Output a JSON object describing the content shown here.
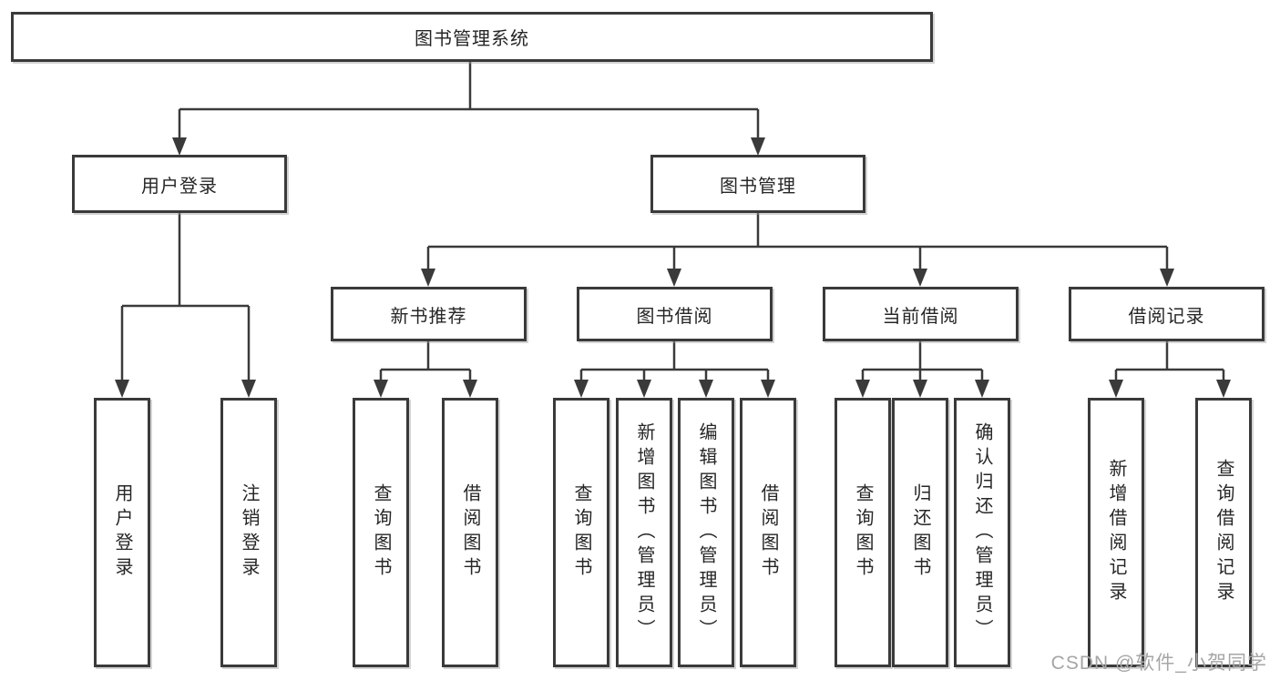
{
  "tree": {
    "root": {
      "label": "图书管理系统"
    },
    "branches": [
      {
        "label": "用户登录",
        "leaves": [
          {
            "label": "用户登录"
          },
          {
            "label": "注销登录"
          }
        ]
      },
      {
        "label": "图书管理",
        "groups": [
          {
            "label": "新书推荐",
            "leaves": [
              {
                "label": "查询图书"
              },
              {
                "label": "借阅图书"
              }
            ]
          },
          {
            "label": "图书借阅",
            "leaves": [
              {
                "label": "查询图书"
              },
              {
                "label": "新增图书（管理员）"
              },
              {
                "label": "编辑图书（管理员）"
              },
              {
                "label": "借阅图书"
              }
            ]
          },
          {
            "label": "当前借阅",
            "leaves": [
              {
                "label": "查询图书"
              },
              {
                "label": "归还图书"
              },
              {
                "label": "确认归还（管理员）"
              }
            ]
          },
          {
            "label": "借阅记录",
            "leaves": [
              {
                "label": "新增借阅记录"
              },
              {
                "label": "查询借阅记录"
              }
            ]
          }
        ]
      }
    ]
  },
  "watermark": {
    "text": "CSDN @软件_小贺同学"
  },
  "colors": {
    "line": "#3a3a3a",
    "box_border": "#3a3a3a",
    "text": "#262626",
    "watermark": "#a6a6a6",
    "background": "#ffffff"
  }
}
